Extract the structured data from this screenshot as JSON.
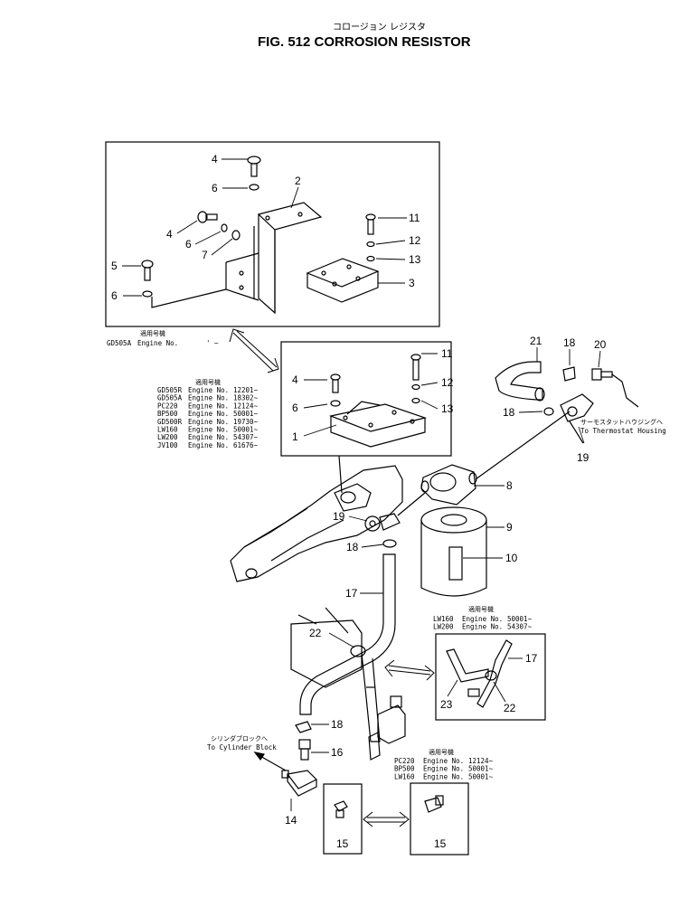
{
  "header": {
    "title_jp": "コロージョン レジスタ",
    "title": "FIG. 512  CORROSION  RESISTOR"
  },
  "applicability_heading_jp": "適用号機",
  "engine_tables": {
    "top_box": [
      {
        "model": "GD505A",
        "label": "Engine  No.",
        "value": "' ~"
      }
    ],
    "middle_box": [
      {
        "model": "GD505R",
        "label": "Engine  No.",
        "value": "12201~"
      },
      {
        "model": "GD505A",
        "label": "Engine  No.",
        "value": "18302~"
      },
      {
        "model": "PC220",
        "label": "Engine  No.",
        "value": "12124~"
      },
      {
        "model": "BP500",
        "label": "Engine  No.",
        "value": "50001~"
      },
      {
        "model": "GD500R",
        "label": "Engine  No.",
        "value": "19730~"
      },
      {
        "model": "LW160",
        "label": "Engine  No.",
        "value": "50001~"
      },
      {
        "model": "LW200",
        "label": "Engine  No.",
        "value": "54307~"
      },
      {
        "model": "JV100",
        "label": "Engine  No.",
        "value": "61676~"
      }
    ],
    "lw_box": [
      {
        "model": "LW160",
        "label": "Engine  No.",
        "value": "50001~"
      },
      {
        "model": "LW200",
        "label": "Engine  No.",
        "value": "54307~"
      }
    ],
    "pc_box": [
      {
        "model": "PC220",
        "label": "Engine  No.",
        "value": "12124~"
      },
      {
        "model": "BP500",
        "label": "Engine  No.",
        "value": "50001~"
      },
      {
        "model": "LW160",
        "label": "Engine  No.",
        "value": "50001~"
      }
    ]
  },
  "destinations": {
    "thermostat_jp": "サーモスタットハウジングへ",
    "thermostat": "To Thermostat Housing",
    "cylinder_jp": "シリンダブロックへ",
    "cylinder": "To Cylinder Block"
  },
  "callouts": {
    "c1": "1",
    "c2": "2",
    "c3": "3",
    "c4": "4",
    "c5": "5",
    "c6": "6",
    "c7": "7",
    "c8": "8",
    "c9": "9",
    "c10": "10",
    "c11": "11",
    "c12": "12",
    "c13": "13",
    "c14": "14",
    "c15": "15",
    "c16": "16",
    "c17": "17",
    "c18": "18",
    "c19": "19",
    "c20": "20",
    "c21": "21",
    "c22": "22",
    "c23": "23"
  }
}
